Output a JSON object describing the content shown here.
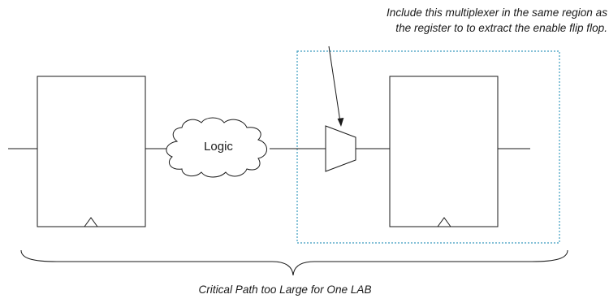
{
  "annotation": {
    "line1": "Include this multiplexer in the same region as",
    "line2": "the register to to extract the enable flip flop."
  },
  "cloud_label": "Logic",
  "caption": "Critical Path too Large for One LAB",
  "colors": {
    "line": "#1a1a1a",
    "region_border": "#3a9bbf",
    "text": "#1a1a1a"
  }
}
